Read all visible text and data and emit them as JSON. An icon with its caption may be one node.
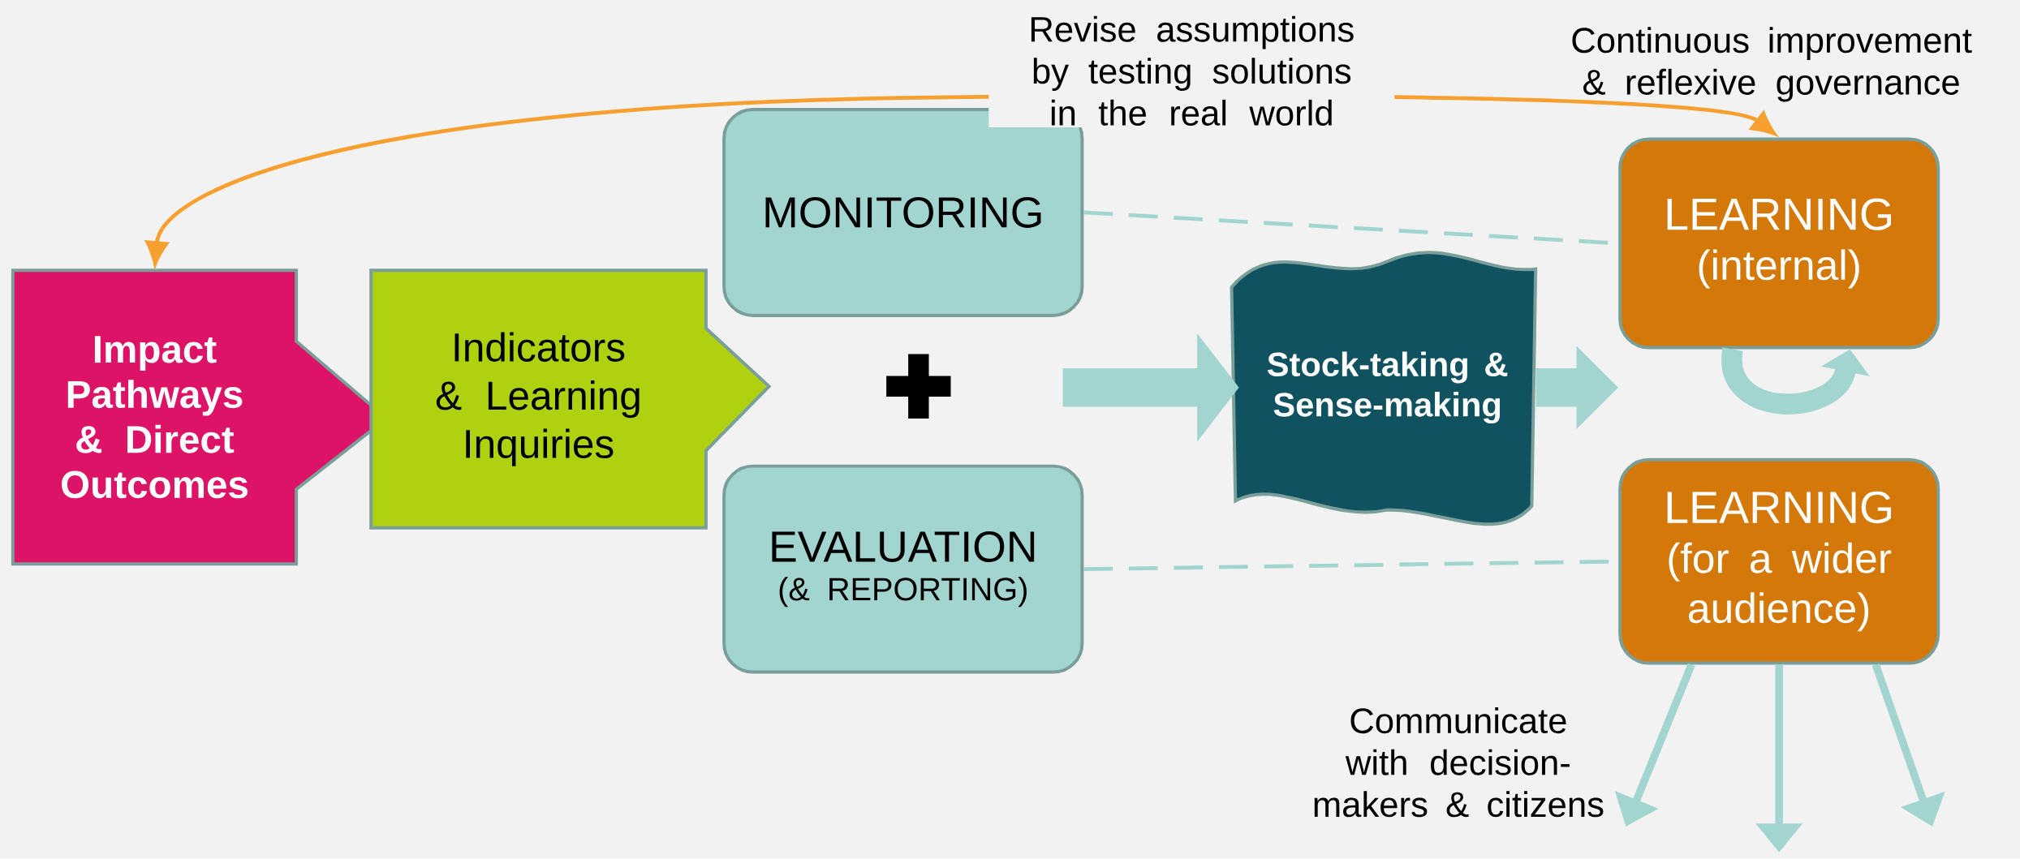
{
  "diagram": {
    "nodes": [
      {
        "text": [
          "Impact Pathways & Direct Outcomes"
        ]
      },
      {
        "text": [
          "Indicators & Learning Inquiries"
        ]
      },
      {
        "text": [
          "MONITORING"
        ]
      },
      {
        "text": [
          "EVALUATION",
          "(& REPORTING)"
        ]
      },
      {
        "text": [
          "Stock-taking & Sense-making"
        ]
      },
      {
        "text": [
          "LEARNING",
          "(internal)"
        ],
        "beside": [
          "Continuous improvement & reflexive governance"
        ]
      },
      {
        "text": [
          "LEARNING",
          "(for a wider audience)"
        ],
        "beside": [
          "Communicate with decision-makers & citizens"
        ]
      }
    ],
    "edges": [
      {
        "from": 5,
        "to": 0,
        "arrow": "both",
        "color": "#f7a030",
        "label": "Revise assumptions by testing solutions in the real world"
      },
      {
        "from": 2,
        "to": 5,
        "arrow": "none",
        "style": "dashed"
      },
      {
        "from": 3,
        "to": 6,
        "arrow": "none",
        "style": "dashed"
      },
      {
        "from": null,
        "to": 4,
        "arrow": "to",
        "style": "thick"
      },
      {
        "from": 4,
        "to": 5,
        "arrow": "to",
        "style": "thick"
      },
      {
        "from": 5,
        "to": 5,
        "arrow": "to",
        "style": "thick"
      },
      {
        "from": 6,
        "to": null,
        "arrow": "to"
      },
      {
        "from": 6,
        "to": null,
        "arrow": "to"
      },
      {
        "from": 6,
        "to": null,
        "arrow": "to"
      }
    ]
  }
}
